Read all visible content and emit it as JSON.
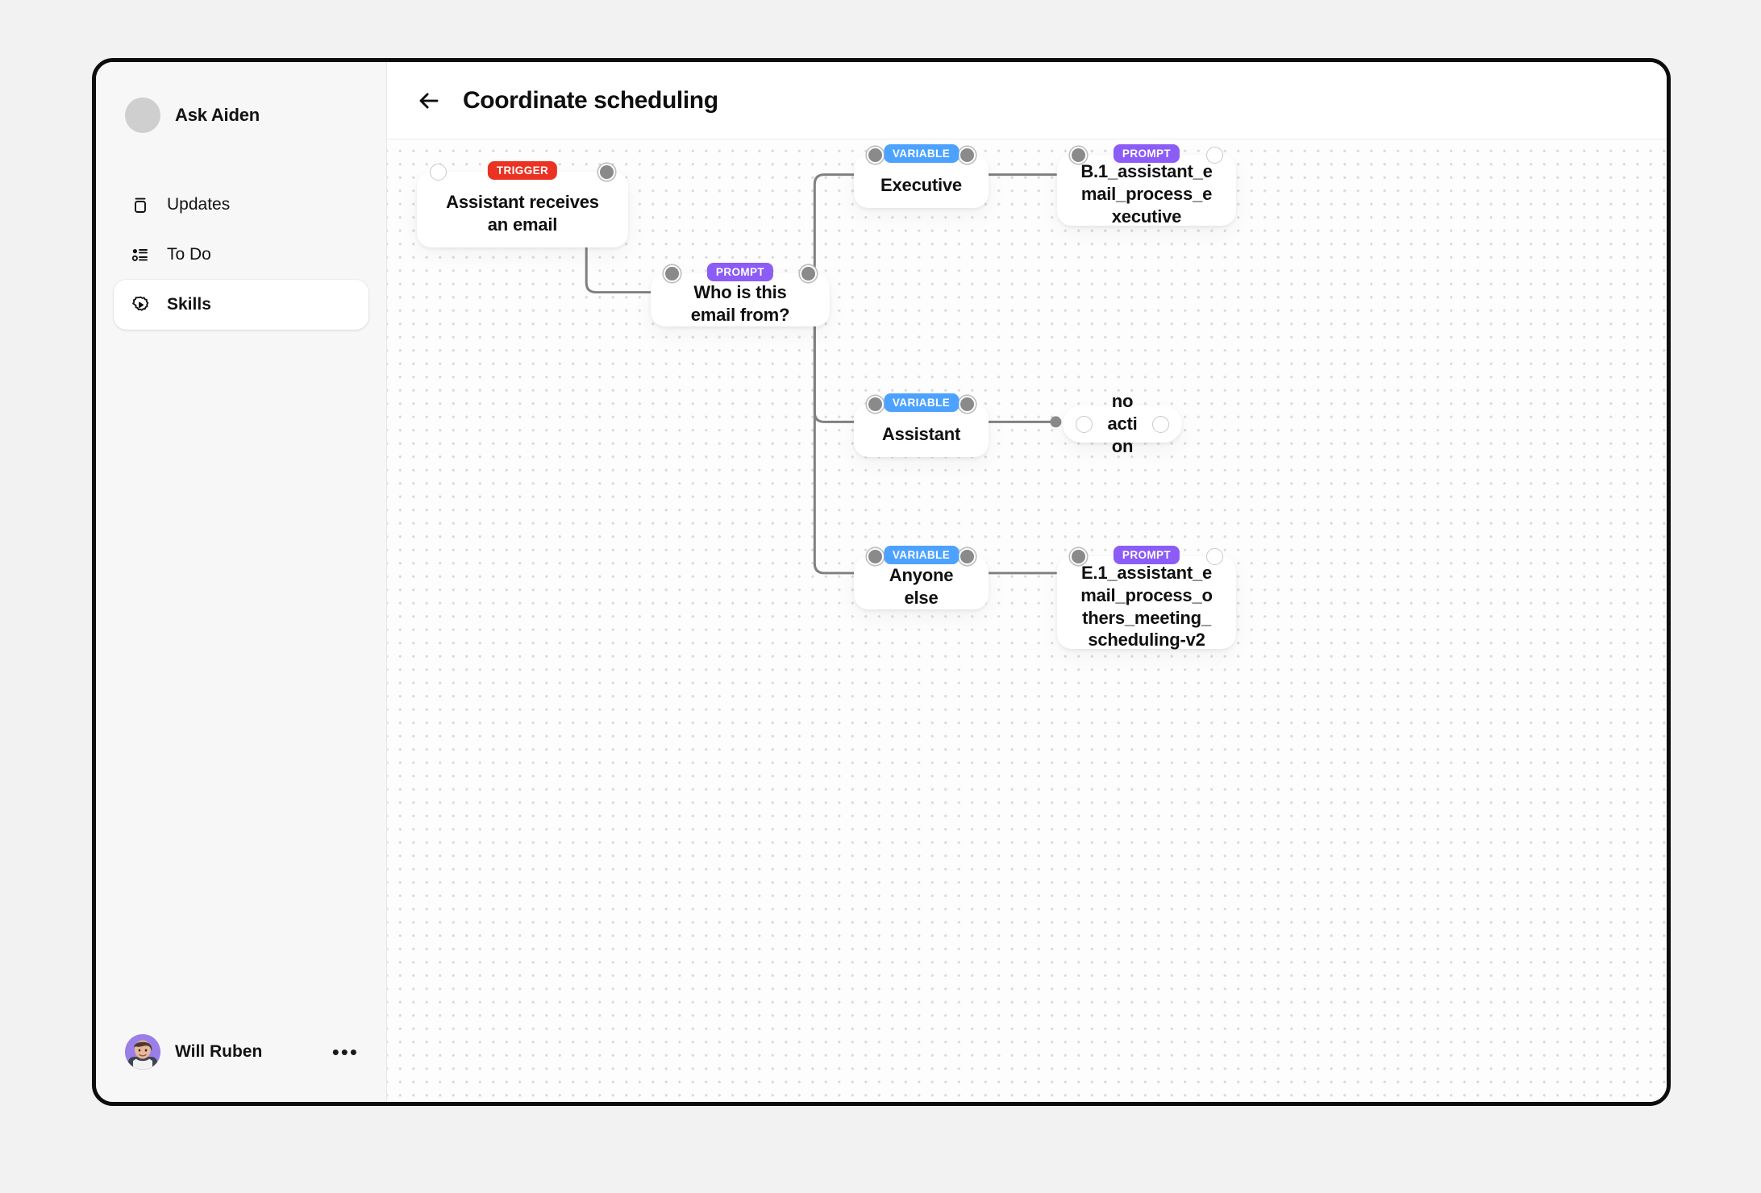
{
  "sidebar": {
    "brand": {
      "name": "Ask Aiden",
      "avatar_icon": "avatar-placeholder"
    },
    "items": [
      {
        "label": "Updates",
        "icon": "inbox-icon",
        "active": false
      },
      {
        "label": "To Do",
        "icon": "checklist-icon",
        "active": false
      },
      {
        "label": "Skills",
        "icon": "gear-play-icon",
        "active": true
      }
    ],
    "user": {
      "name": "Will Ruben",
      "more_label": "•••",
      "avatar_icon": "user-photo-avatar"
    }
  },
  "topbar": {
    "back_icon": "back-arrow-icon",
    "title": "Coordinate scheduling"
  },
  "colors": {
    "trigger": "#ea3323",
    "prompt": "#8b5cf6",
    "variable": "#4da2ff",
    "edge": "#808080",
    "canvas_dot": "#dcdcdc"
  },
  "flow": {
    "nodes": [
      {
        "id": "trigger",
        "badge": "TRIGGER",
        "badge_type": "trigger",
        "title": "Assistant receives an email"
      },
      {
        "id": "prompt",
        "badge": "PROMPT",
        "badge_type": "prompt",
        "title": "Who is this email from?"
      },
      {
        "id": "executive",
        "badge": "VARIABLE",
        "badge_type": "variable",
        "title": "Executive"
      },
      {
        "id": "b1",
        "badge": "PROMPT",
        "badge_type": "prompt",
        "title": "B.1_assistant_email_process_executive"
      },
      {
        "id": "assistant",
        "badge": "VARIABLE",
        "badge_type": "variable",
        "title": "Assistant"
      },
      {
        "id": "noaction",
        "badge": "",
        "badge_type": "none",
        "title": "no action"
      },
      {
        "id": "anyone",
        "badge": "VARIABLE",
        "badge_type": "variable",
        "title": "Anyone else"
      },
      {
        "id": "e1",
        "badge": "PROMPT",
        "badge_type": "prompt",
        "title": "E.1_assistant_email_process_others_meeting_scheduling-v2"
      }
    ],
    "edges": [
      {
        "from": "trigger",
        "to": "prompt"
      },
      {
        "from": "prompt",
        "to": "executive"
      },
      {
        "from": "executive",
        "to": "b1"
      },
      {
        "from": "prompt",
        "to": "assistant"
      },
      {
        "from": "assistant",
        "to": "noaction"
      },
      {
        "from": "prompt",
        "to": "anyone"
      },
      {
        "from": "anyone",
        "to": "e1"
      }
    ]
  }
}
